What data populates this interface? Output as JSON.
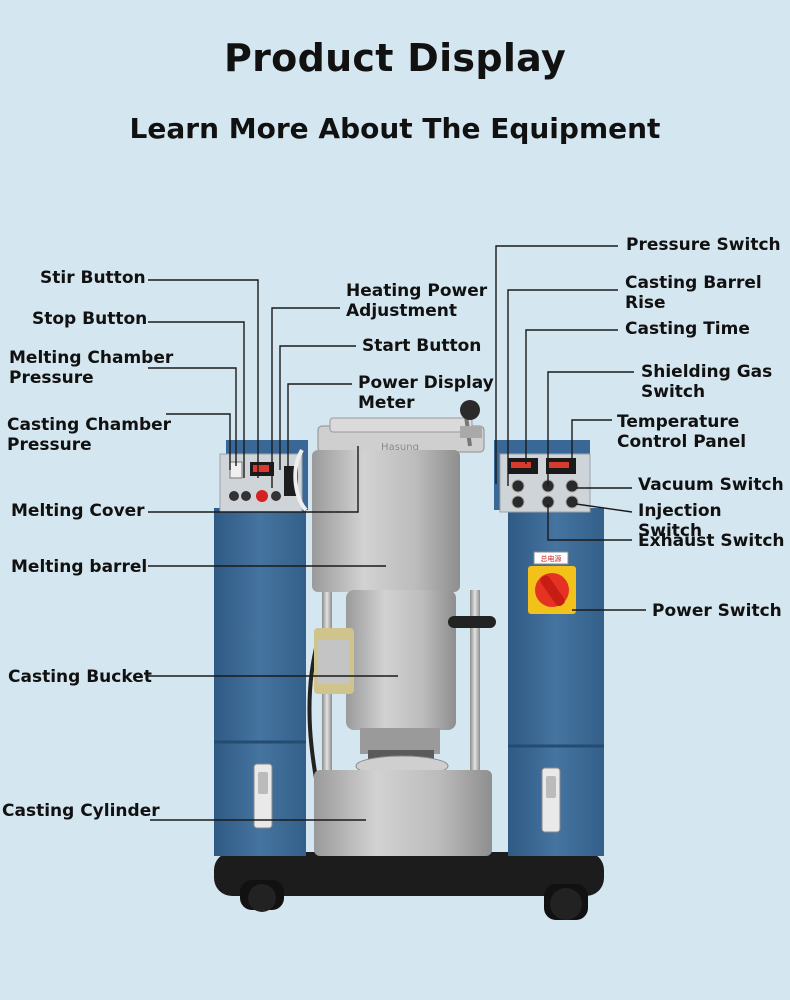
{
  "header": {
    "title": "Product Display",
    "subtitle": "Learn More About The Equipment"
  },
  "machine": {
    "brand": "Hasung",
    "power_sticker": "总电源",
    "body_color": "#3f6d98",
    "metal_color": "#b9b9b9",
    "switch_color": "#e53222",
    "switch_plate_color": "#f3c21a"
  },
  "labels": {
    "stir_button": "Stir Button",
    "stop_button": "Stop Button",
    "melting_chamber_pressure": "Melting Chamber\nPressure",
    "casting_chamber_pressure": "Casting Chamber\nPressure",
    "melting_cover": "Melting Cover",
    "melting_barrel": "Melting barrel",
    "casting_bucket": "Casting Bucket",
    "casting_cylinder": "Casting Cylinder",
    "heating_power_adjustment": "Heating Power\nAdjustment",
    "start_button": "Start Button",
    "power_display_meter": "Power Display\nMeter",
    "pressure_switch": "Pressure Switch",
    "casting_barrel_rise": "Casting Barrel\nRise",
    "casting_time": "Casting Time",
    "shielding_gas_switch": "Shielding Gas\nSwitch",
    "temperature_control_panel": "Temperature\nControl Panel",
    "vacuum_switch": "Vacuum Switch",
    "injection_switch": "Injection Switch",
    "exhaust_switch": "Exhaust Switch",
    "power_switch": "Power Switch"
  }
}
